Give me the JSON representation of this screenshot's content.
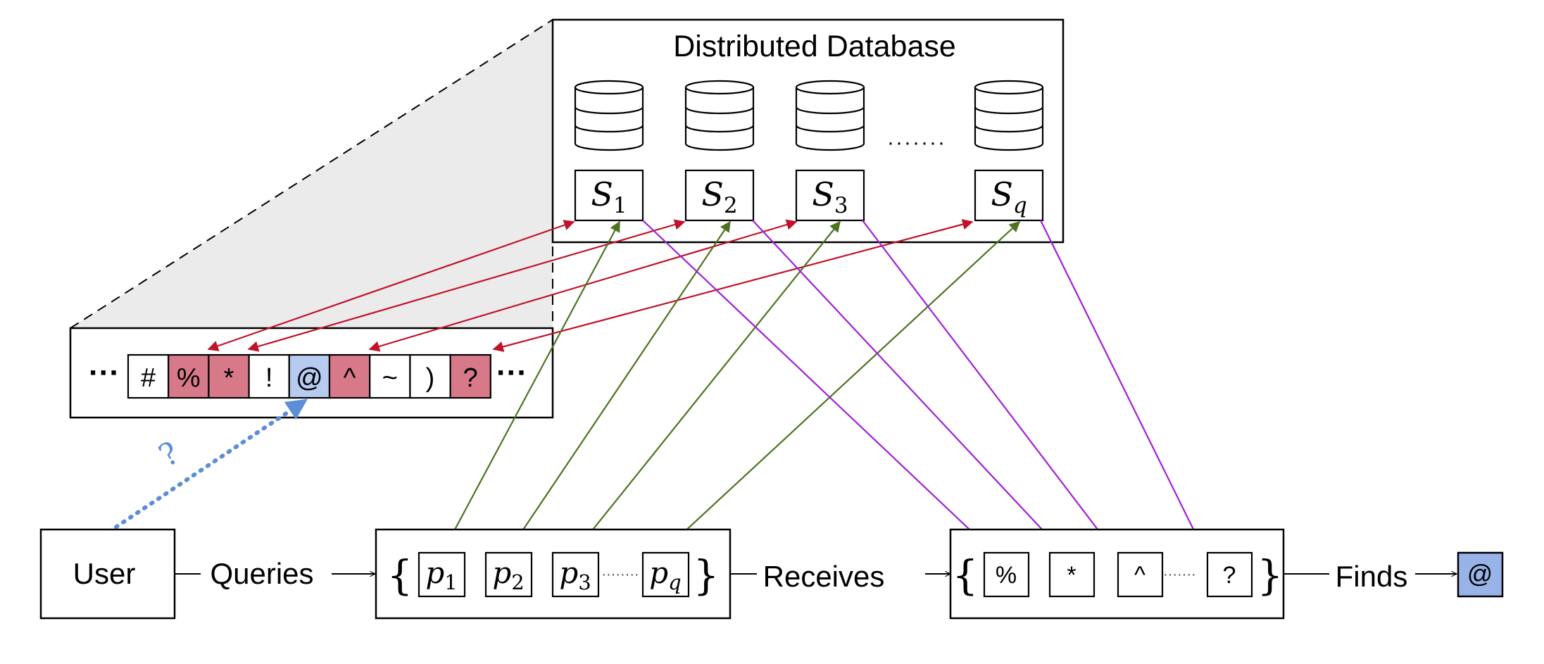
{
  "database": {
    "title": "Distributed Database",
    "ellipsis": "·······",
    "servers": [
      {
        "base": "S",
        "sub": "1"
      },
      {
        "base": "S",
        "sub": "2"
      },
      {
        "base": "S",
        "sub": "3"
      },
      {
        "base": "S",
        "sub": "q"
      }
    ]
  },
  "strip": {
    "left_dots": "···",
    "right_dots": "···",
    "cells": [
      {
        "symbol": "#",
        "state": "plain"
      },
      {
        "symbol": "%",
        "state": "retrieved"
      },
      {
        "symbol": "*",
        "state": "retrieved"
      },
      {
        "symbol": "!",
        "state": "plain"
      },
      {
        "symbol": "@",
        "state": "target"
      },
      {
        "symbol": "^",
        "state": "retrieved"
      },
      {
        "symbol": "~",
        "state": "plain"
      },
      {
        "symbol": ")",
        "state": "plain"
      },
      {
        "symbol": "?",
        "state": "retrieved"
      }
    ]
  },
  "unknown_mark": "?",
  "user": {
    "label": "User"
  },
  "labels": {
    "queries": "Queries",
    "receives": "Receives",
    "finds": "Finds"
  },
  "queries_set": {
    "open_brace": "{",
    "close_brace": "}",
    "dots": "········",
    "items": [
      {
        "base": "p",
        "sub": "1"
      },
      {
        "base": "p",
        "sub": "2"
      },
      {
        "base": "p",
        "sub": "3"
      },
      {
        "base": "p",
        "sub": "q"
      }
    ]
  },
  "answers_set": {
    "open_brace": "{",
    "close_brace": "}",
    "dots": "········",
    "items": [
      "%",
      "*",
      "^",
      "?"
    ]
  },
  "result": {
    "symbol": "@"
  },
  "colors": {
    "retrieved_fill": "#d8798a",
    "target_fill": "#b7caf0",
    "result_fill": "#97b3e8",
    "query_arrow": "#c0122a",
    "response_arrow_to_server": "#4d7320",
    "answer_arrow": "#a11fd8",
    "user_arrow": "#5b8ed8",
    "zoom_fill": "#ebebeb"
  }
}
